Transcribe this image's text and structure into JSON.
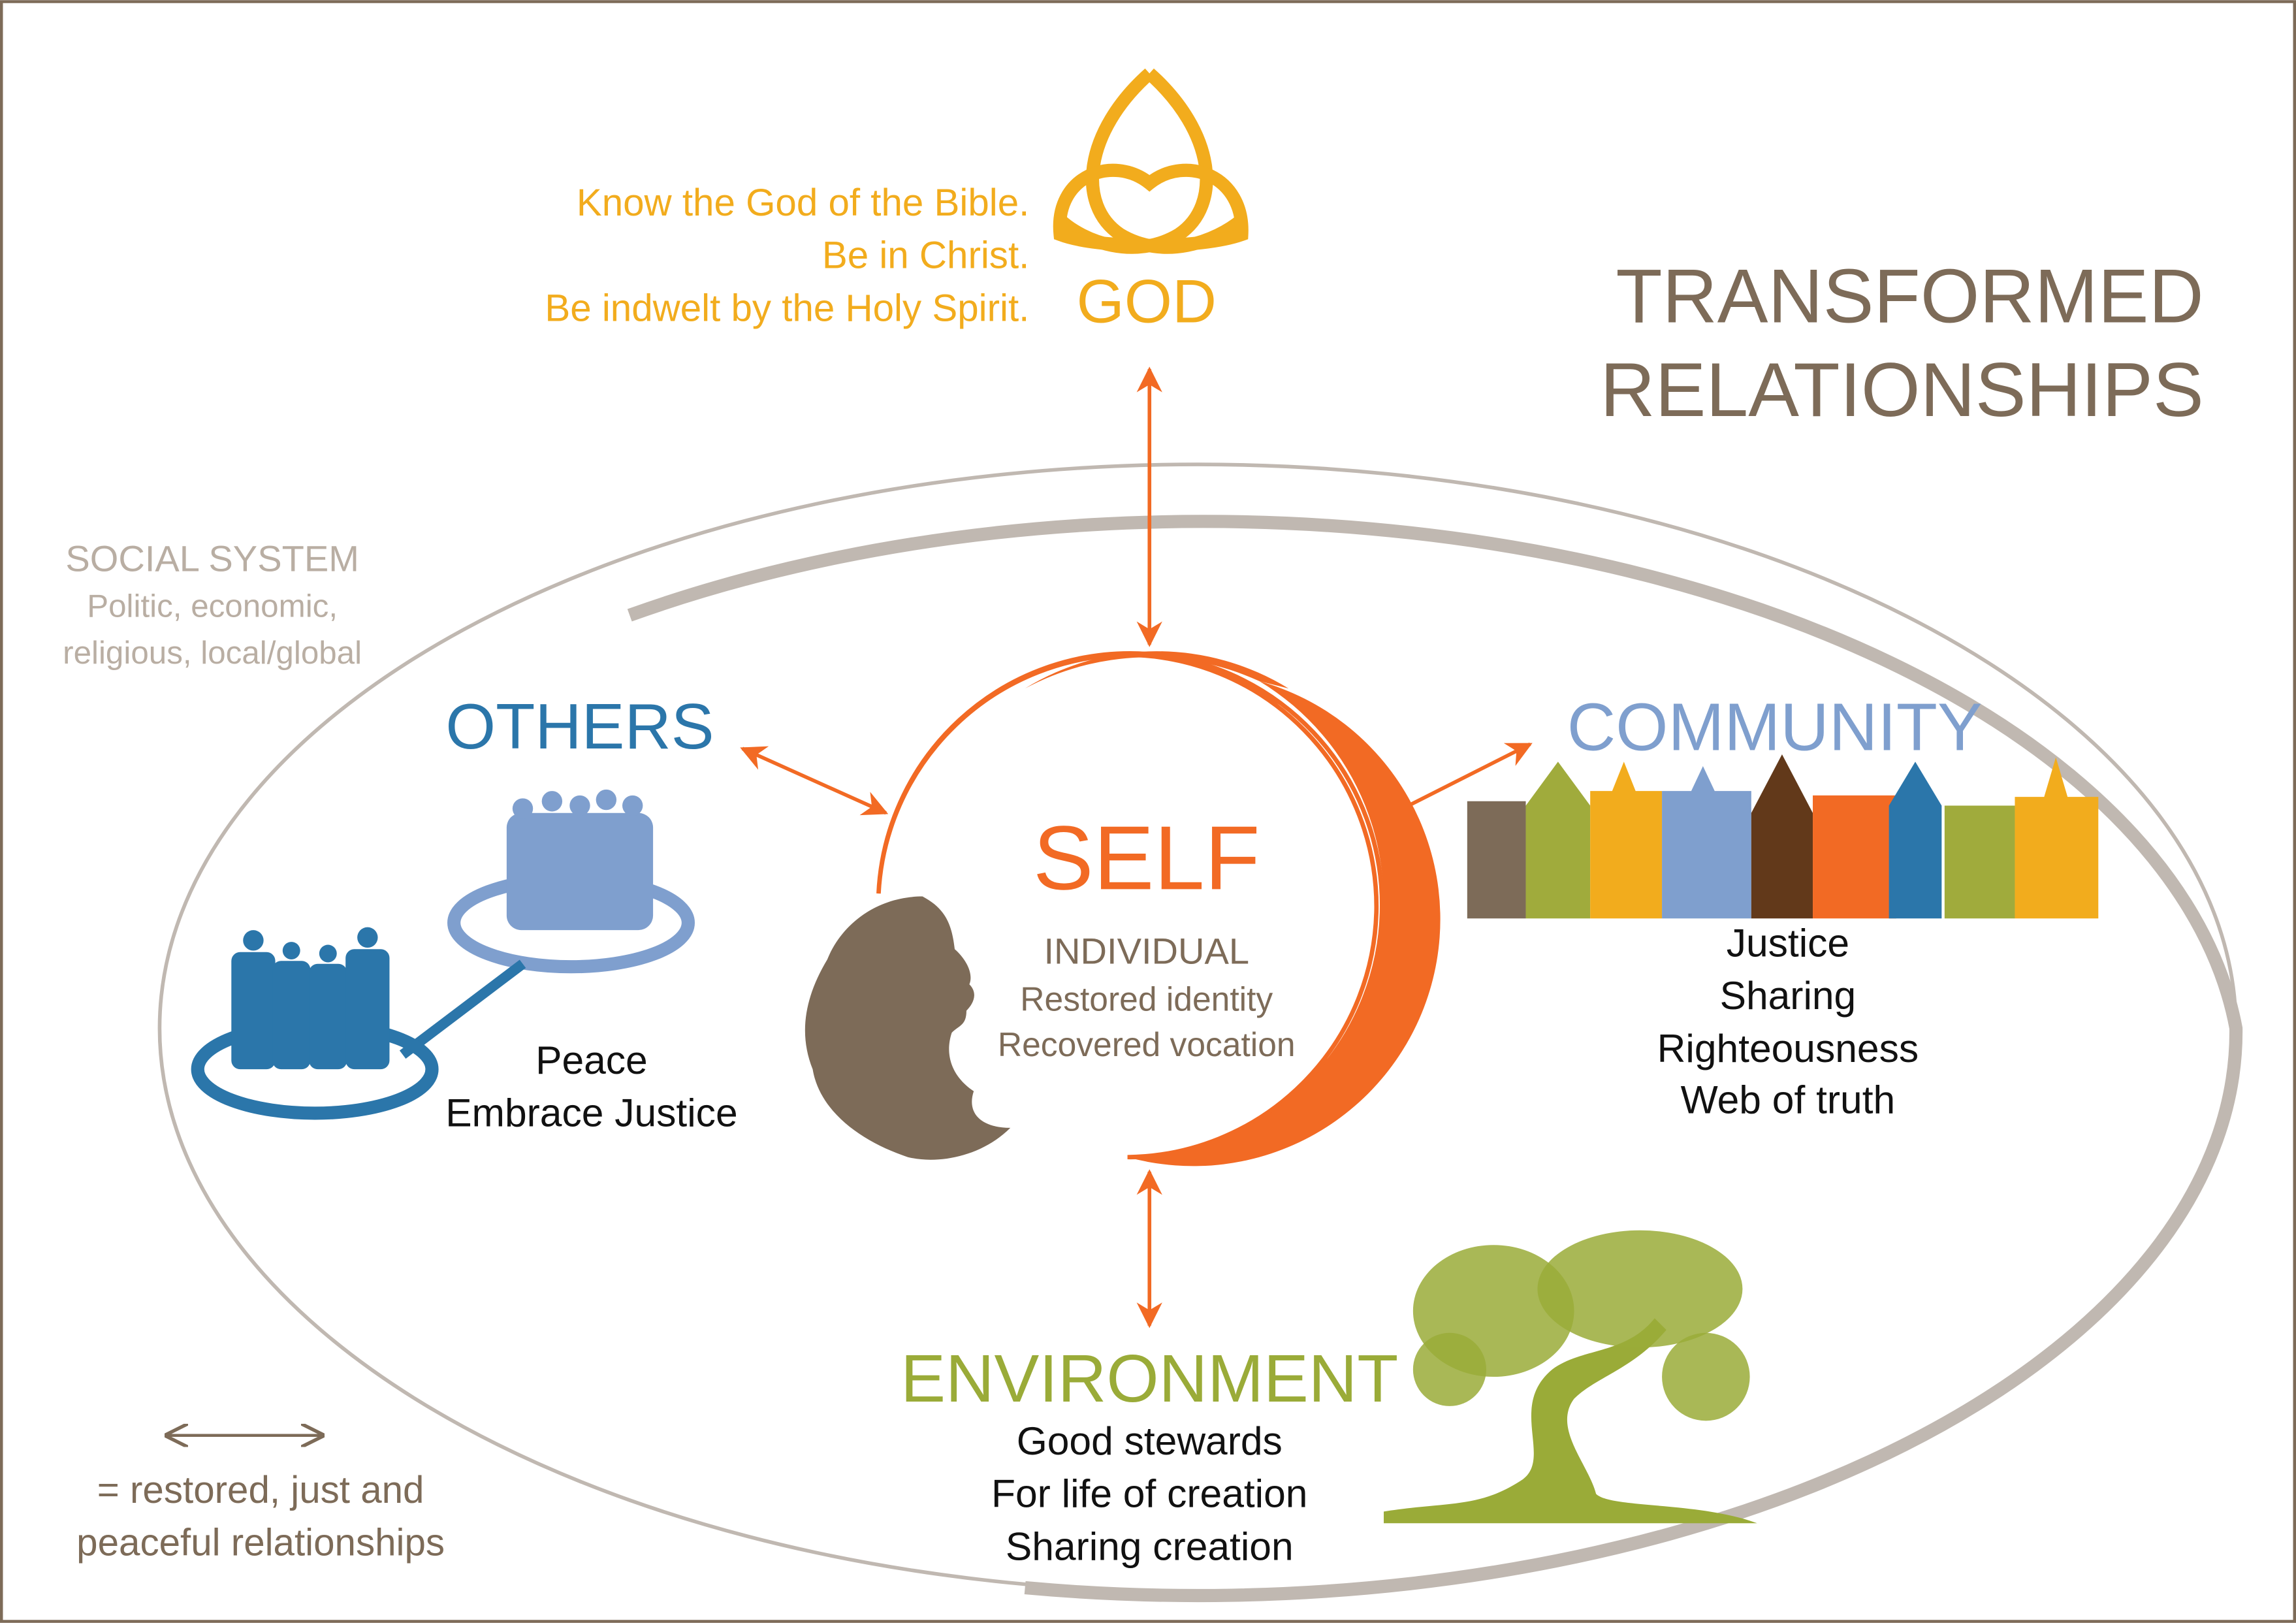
{
  "title": [
    "TRANSFORMED",
    "RELATIONSHIPS"
  ],
  "god": {
    "label": "GOD",
    "lines": [
      "Know the God of the Bible.",
      "Be in Christ.",
      "Be indwelt by the Holy Spirit."
    ]
  },
  "social_system": {
    "label": "SOCIAL SYSTEM",
    "lines": [
      "Politic, economic,",
      "religious, local/global"
    ]
  },
  "others": {
    "label": "OTHERS",
    "lines": [
      "Peace",
      "Embrace Justice"
    ]
  },
  "community": {
    "label": "COMMUNITY",
    "lines": [
      "Justice",
      "Sharing",
      "Righteousness",
      "Web of truth"
    ]
  },
  "self": {
    "label": "SELF",
    "lines": [
      "INDIVIDUAL",
      "Restored identity",
      "Recovered vocation"
    ]
  },
  "environment": {
    "label": "ENVIRONMENT",
    "lines": [
      "Good stewards",
      "For life of creation",
      "Sharing creation"
    ]
  },
  "legend": {
    "lines": [
      "= restored, just and",
      "peaceful relationships"
    ]
  },
  "colors": {
    "god": "#f2ac1d",
    "self": "#f26a24",
    "others": "#2b76aa",
    "community": "#7f9fce",
    "environment": "#9aab38",
    "brown": "#7d6b58",
    "gray": "#b9aea3"
  }
}
